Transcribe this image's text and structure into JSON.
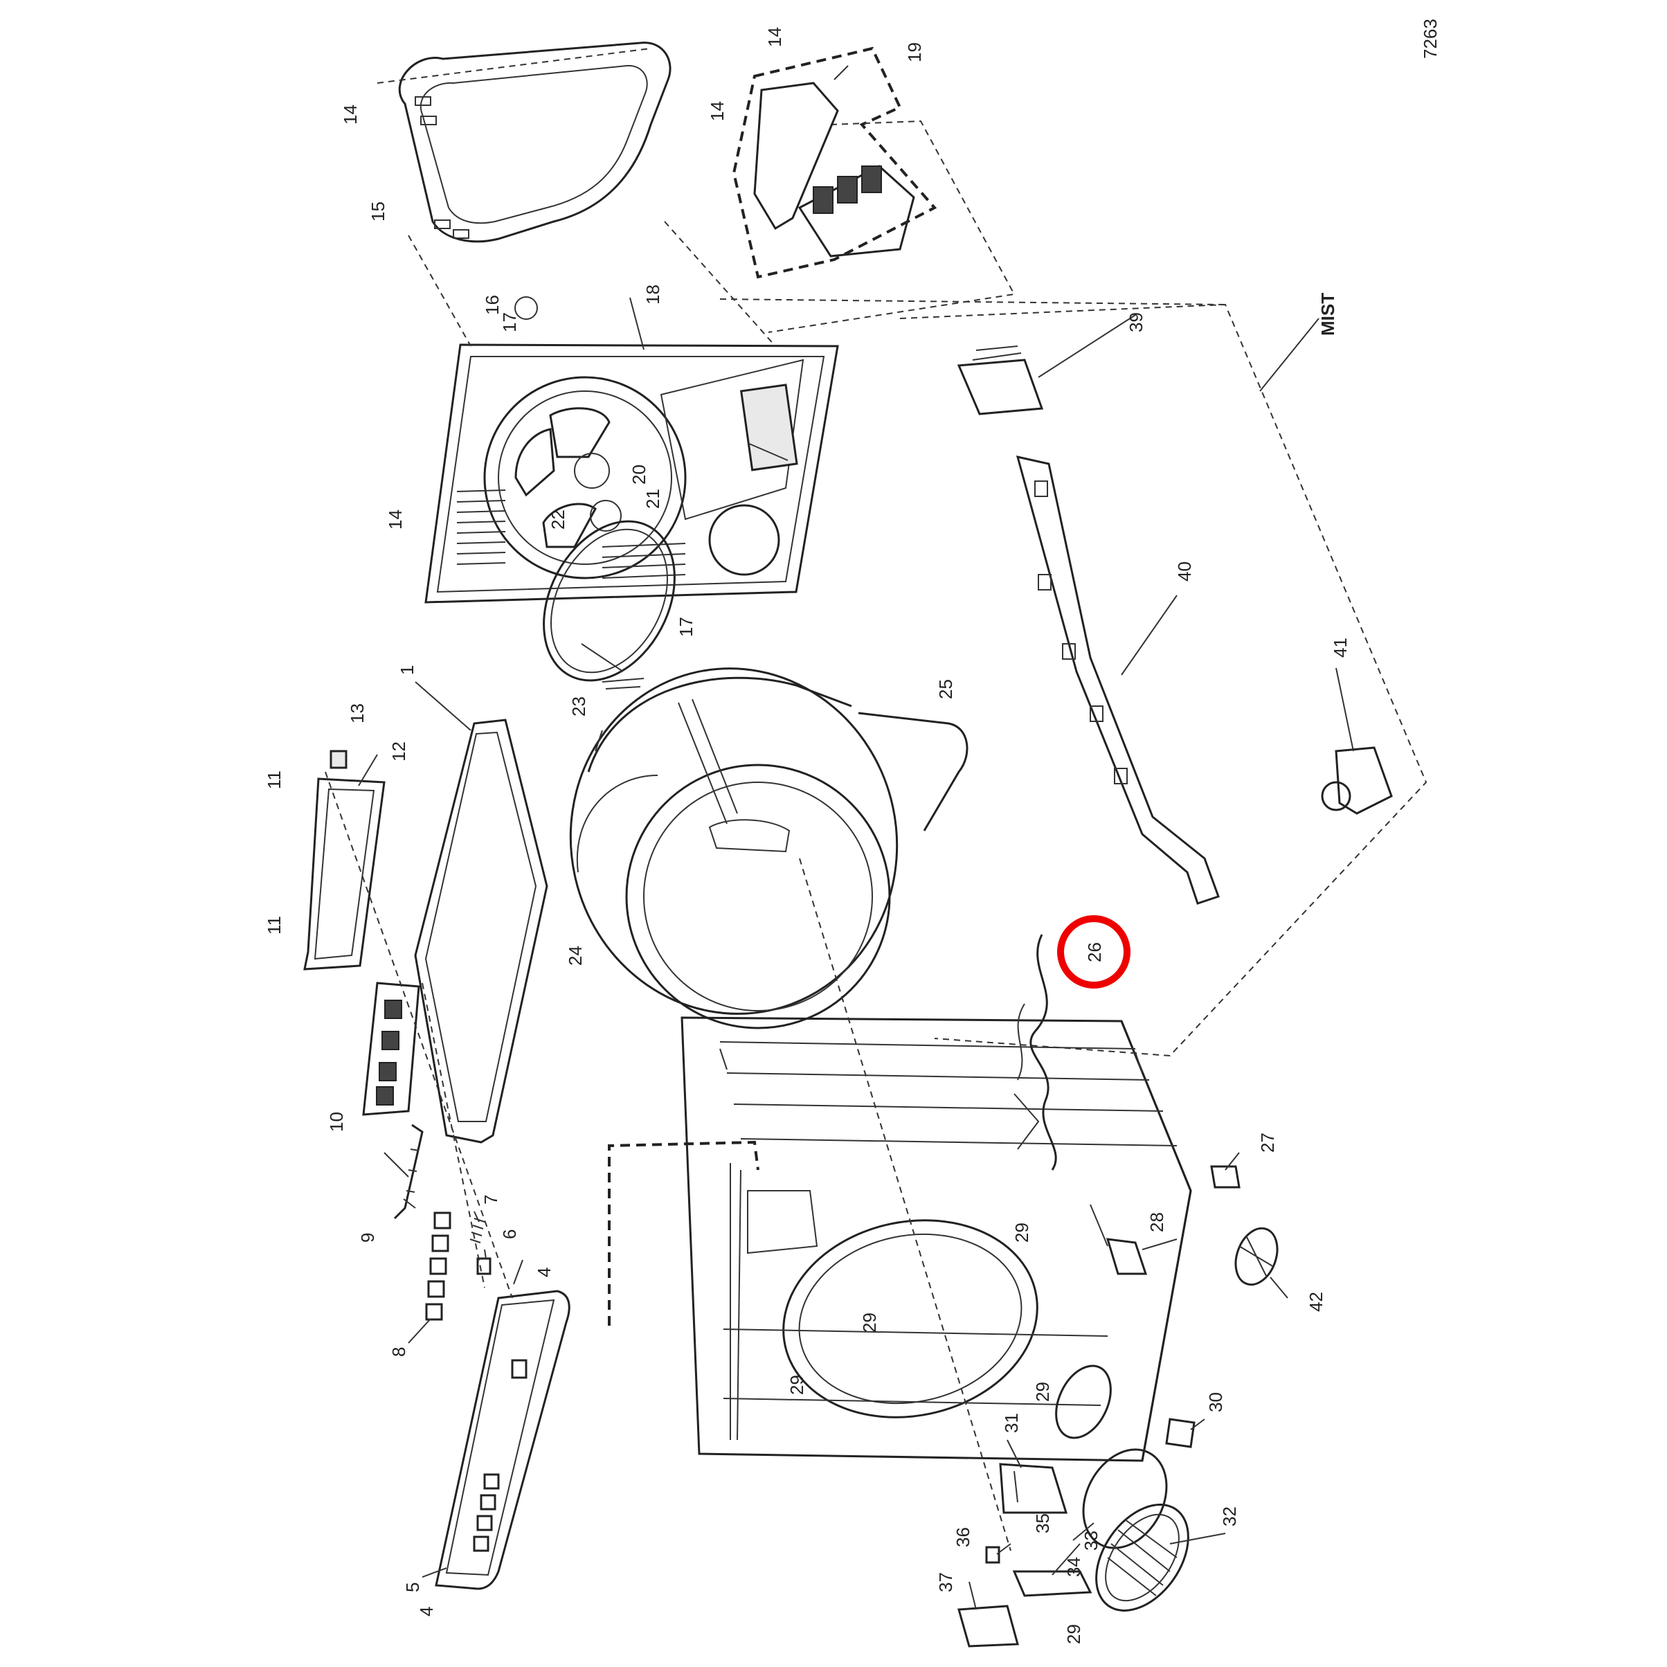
{
  "diagram": {
    "drawing_number": "7263",
    "group_label": "MIST",
    "highlight_color": "#ee0000",
    "highlighted_part": "26",
    "callouts": {
      "c1": "1",
      "c4a": "4",
      "c4b": "4",
      "c5": "5",
      "c6": "6",
      "c7": "7",
      "c8": "8",
      "c9": "9",
      "c10": "10",
      "c11a": "11",
      "c11b": "11",
      "c12": "12",
      "c13": "13",
      "c14a": "14",
      "c14b": "14",
      "c14c": "14",
      "c14d": "14",
      "c15": "15",
      "c16": "16",
      "c17a": "17",
      "c17b": "17",
      "c18": "18",
      "c19": "19",
      "c20": "20",
      "c21": "21",
      "c22": "22",
      "c23": "23",
      "c24": "24",
      "c25": "25",
      "c26": "26",
      "c27": "27",
      "c28": "28",
      "c29a": "29",
      "c29b": "29",
      "c29c": "29",
      "c29d": "29",
      "c29e": "29",
      "c30": "30",
      "c31": "31",
      "c32": "32",
      "c33": "33",
      "c34": "34",
      "c35": "35",
      "c36": "36",
      "c37": "37",
      "c39": "39",
      "c40": "40",
      "c41": "41",
      "c42": "42"
    }
  }
}
